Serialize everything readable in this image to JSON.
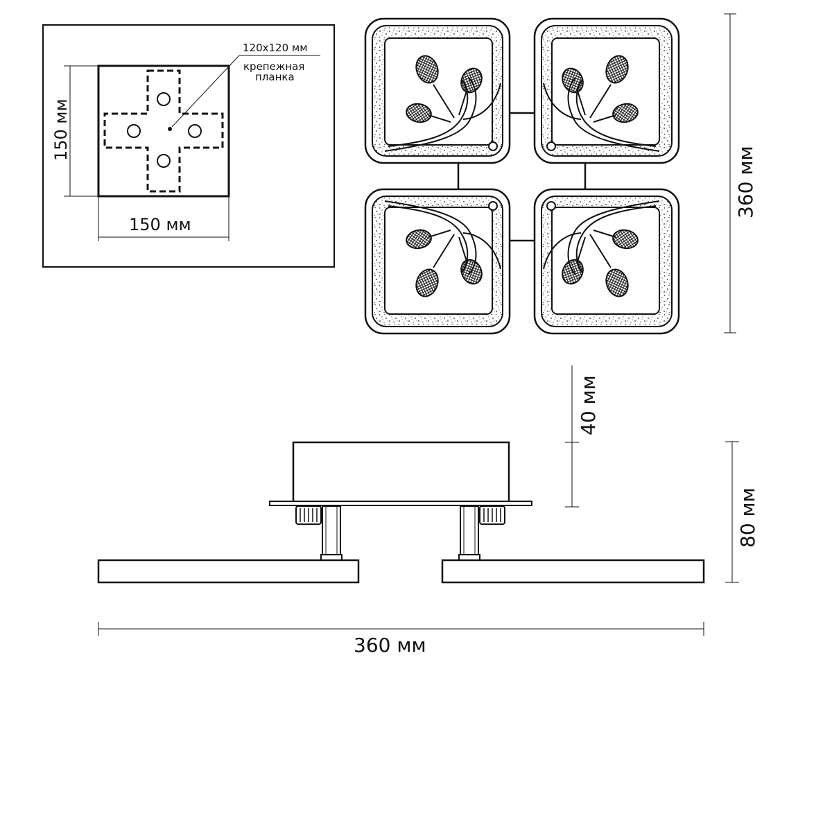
{
  "mount_plate": {
    "size_label": "120x120 мм",
    "plate_label_line1": "крепежная",
    "plate_label_line2": "планка",
    "width_label": "150 мм",
    "height_label": "150 мм"
  },
  "top_view": {
    "height_label": "360 мм"
  },
  "side_view": {
    "canopy_height_label": "40 мм",
    "total_height_label": "80 мм",
    "width_label": "360 мм"
  },
  "colors": {
    "line": "#111111",
    "background": "#ffffff"
  }
}
